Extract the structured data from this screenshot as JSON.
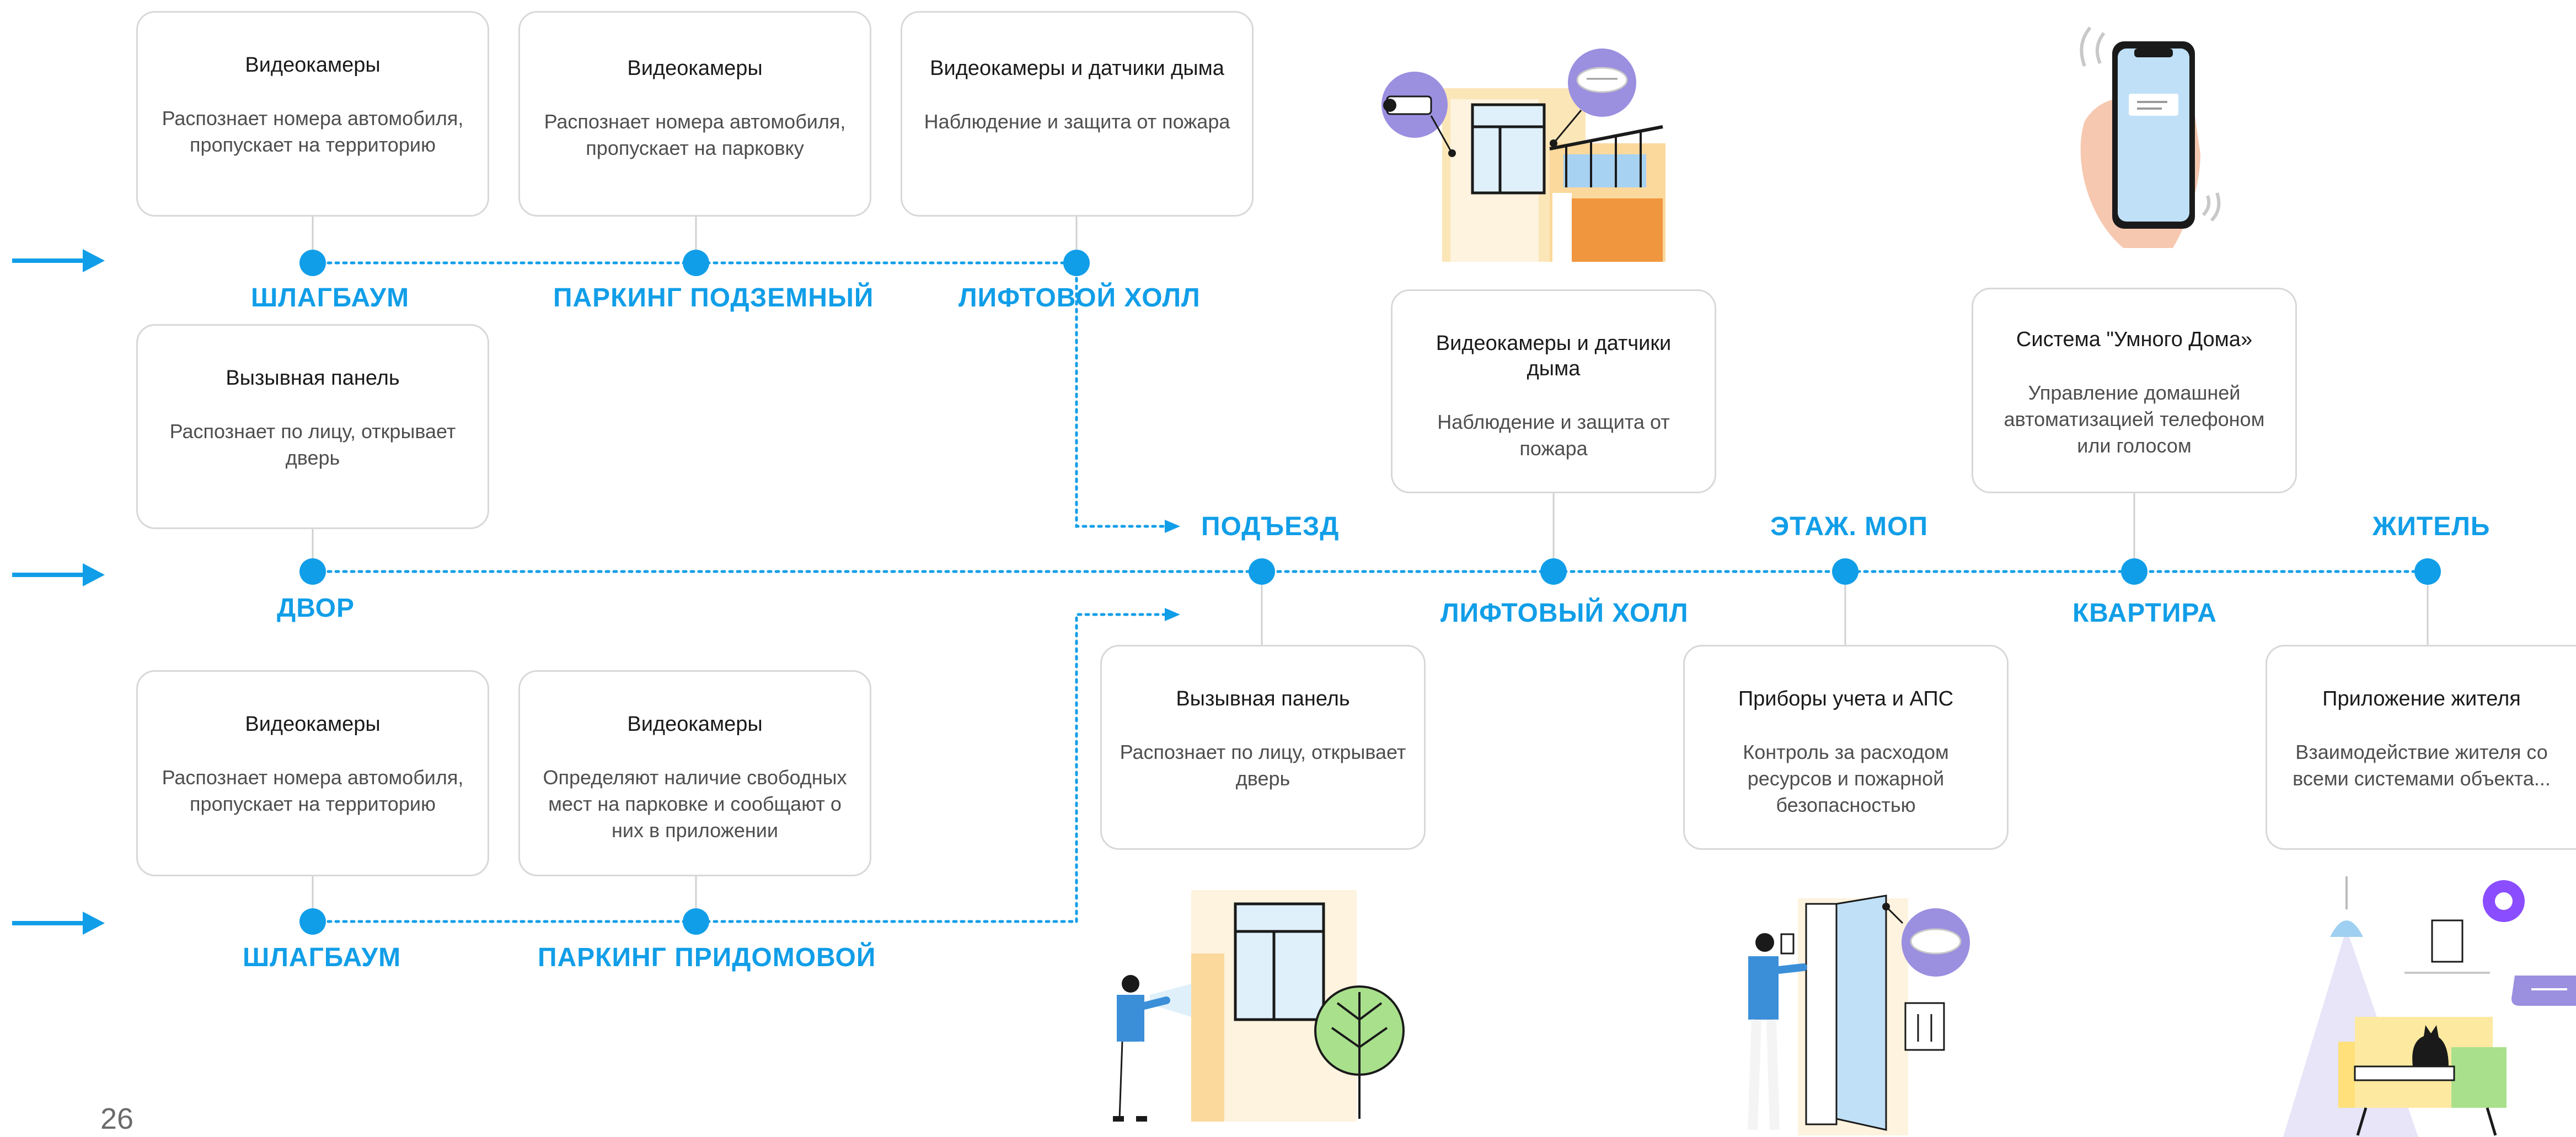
{
  "colors": {
    "accent": "#119ee8",
    "card_border": "#d8d8d8",
    "text": "#1a1a1a",
    "muted": "#4e4e4e"
  },
  "page_number": "26",
  "stations": {
    "shlagbaum_top": "ШЛАГБАУМ",
    "parking_underground": "ПАРКИНГ ПОДЗЕМНЫЙ",
    "elevator_hall_top": "ЛИФТОВОЙ ХОЛЛ",
    "dvor": "ДВОР",
    "shlagbaum_bottom": "ШЛАГБАУМ",
    "parking_yard": "ПАРКИНГ ПРИДОМОВОЙ",
    "entrance": "ПОДЪЕЗД",
    "elevator_hall_mid": "ЛИФТОВЫЙ ХОЛЛ",
    "floor_common": "ЭТАЖ. МОП",
    "apartment": "КВАРТИРА",
    "resident": "ЖИТЕЛЬ"
  },
  "cards": {
    "c1": {
      "title": "Видеокамеры",
      "desc": "Распознает номера автомобиля, пропускает на территорию"
    },
    "c2": {
      "title": "Видеокамеры",
      "desc": "Распознает номера автомобиля, пропускает на парковку"
    },
    "c3": {
      "title": "Видеокамеры и датчики дыма",
      "desc": "Наблюдение и защита от пожара"
    },
    "c4": {
      "title": "Вызывная панель",
      "desc": "Распознает по лицу, открывает дверь"
    },
    "c5": {
      "title": "Видеокамеры",
      "desc": "Распознает номера автомобиля, пропускает на территорию"
    },
    "c6": {
      "title": "Видеокамеры",
      "desc": "Определяют наличие свободных мест на парковке и сообщают о них в приложении"
    },
    "c7": {
      "title": "Видеокамеры и датчики дыма",
      "desc": "Наблюдение и защита от пожара"
    },
    "c8": {
      "title": "Система \"Умного Дома»",
      "desc": "Управление домашней автоматизацией телефоном или голосом"
    },
    "c9": {
      "title": "Вызывная панель",
      "desc": "Распознает по лицу, открывает дверь"
    },
    "c10": {
      "title": "Приборы учета и АПС",
      "desc": "Контроль за расходом ресурсов и пожарной безопасностью"
    },
    "c11": {
      "title": "Приложение жителя",
      "desc": "Взаимодействие жителя со всеми системами объекта..."
    }
  },
  "icons": [
    "entry-arrow-icon",
    "camera-icon",
    "smoke-detector-icon",
    "smartphone-icon",
    "hand-icon",
    "person-icon",
    "tree-icon",
    "voice-assistant-icon",
    "cat-icon",
    "lamp-icon",
    "chat-bubble-icon",
    "meter-icon"
  ]
}
